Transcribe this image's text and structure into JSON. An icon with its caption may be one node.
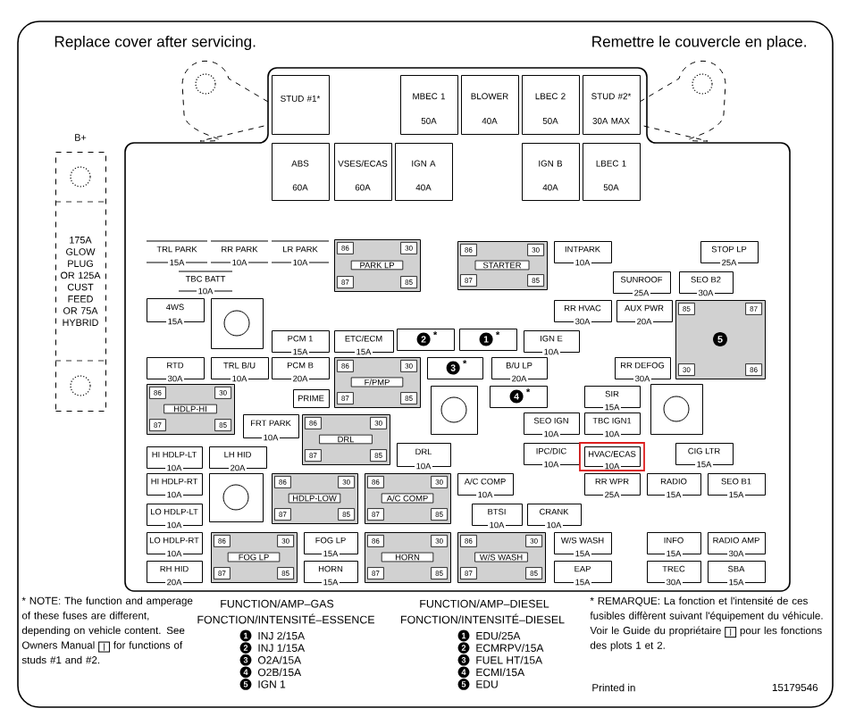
{
  "diagram": {
    "nodes": [
      {
        "text": [
          "B+",
          "175A GLOW PLUG OR 125A CUST FEED OR 75A HYBRID"
        ]
      },
      {
        "text": [
          "STUD #1*"
        ]
      },
      {
        "text": [
          "MBEC 1",
          "50A"
        ]
      },
      {
        "text": [
          "BLOWER",
          "40A"
        ]
      },
      {
        "text": [
          "LBEC 2",
          "50A"
        ]
      },
      {
        "text": [
          "STUD #2*",
          "30A MAX"
        ]
      },
      {
        "text": [
          "ABS",
          "60A"
        ]
      },
      {
        "text": [
          "VSES/ECAS",
          "60A"
        ]
      },
      {
        "text": [
          "IGN A",
          "40A"
        ]
      },
      {
        "text": [
          "IGN B",
          "40A"
        ]
      },
      {
        "text": [
          "LBEC 1",
          "50A"
        ]
      },
      {
        "text": [
          "TRL PARK",
          "15A"
        ]
      },
      {
        "text": [
          "RR PARK",
          "10A"
        ]
      },
      {
        "text": [
          "LR PARK",
          "10A"
        ]
      },
      {
        "text": [
          "86",
          "30",
          "PARK LP",
          "87",
          "85"
        ]
      },
      {
        "text": [
          "86",
          "30",
          "STARTER",
          "87",
          "85"
        ]
      },
      {
        "text": [
          "INTPARK",
          "10A"
        ]
      },
      {
        "text": [
          "STOP LP",
          "25A"
        ]
      },
      {
        "text": [
          "TBC BATT",
          "10A"
        ]
      },
      {
        "text": [
          "SUNROOF",
          "25A"
        ]
      },
      {
        "text": [
          "SEO B2",
          "30A"
        ]
      },
      {
        "text": [
          "4WS",
          "15A"
        ]
      },
      {
        "text": [],
        "shape": "box"
      },
      {
        "text": [
          "RR HVAC",
          "30A"
        ]
      },
      {
        "text": [
          "AUX PWR",
          "20A"
        ]
      },
      {
        "text": [
          "85",
          "87",
          "5",
          "30",
          "86"
        ]
      },
      {
        "text": [
          "PCM 1",
          "15A"
        ]
      },
      {
        "text": [
          "ETC/ECM",
          "15A"
        ]
      },
      {
        "text": [
          "2",
          "*"
        ]
      },
      {
        "text": [
          "1",
          "*"
        ]
      },
      {
        "text": [
          "IGN E",
          "10A"
        ]
      },
      {
        "text": [
          "RTD",
          "30A"
        ]
      },
      {
        "text": [
          "TRL B/U",
          "10A"
        ]
      },
      {
        "text": [
          "PCM B",
          "20A"
        ]
      },
      {
        "text": [
          "86",
          "30",
          "F/PMP",
          "87",
          "85"
        ]
      },
      {
        "text": [
          "3",
          "*"
        ]
      },
      {
        "text": [
          "B/U LP",
          "20A"
        ]
      },
      {
        "text": [
          "RR DEFOG",
          "30A"
        ]
      },
      {
        "text": [
          "86",
          "30",
          "HDLP-HI",
          "87",
          "85"
        ]
      },
      {
        "text": [
          "PRIME"
        ]
      },
      {
        "text": [],
        "shape": "box"
      },
      {
        "text": [
          "4",
          "*"
        ]
      },
      {
        "text": [
          "SIR",
          "15A"
        ]
      },
      {
        "text": [],
        "shape": "box"
      },
      {
        "text": [
          "FRT PARK",
          "10A"
        ]
      },
      {
        "text": [
          "86",
          "30",
          "DRL",
          "87",
          "85"
        ]
      },
      {
        "text": [
          "SEO IGN",
          "10A"
        ]
      },
      {
        "text": [
          "TBC IGN1",
          "10A"
        ]
      },
      {
        "text": [
          "HI HDLP-LT",
          "10A"
        ]
      },
      {
        "text": [
          "LH HID",
          "20A"
        ]
      },
      {
        "text": [
          "DRL",
          "10A"
        ]
      },
      {
        "text": [
          "IPC/DIC",
          "10A"
        ]
      },
      {
        "text": [
          "HVAC/ECAS",
          "10A"
        ]
      },
      {
        "text": [
          "CIG LTR",
          "15A"
        ]
      },
      {
        "text": [
          "HI HDLP-RT",
          "10A"
        ]
      },
      {
        "text": [],
        "shape": "box"
      },
      {
        "text": [
          "86",
          "30",
          "HDLP-LOW",
          "87",
          "85"
        ]
      },
      {
        "text": [
          "86",
          "30",
          "A/C COMP",
          "87",
          "85"
        ]
      },
      {
        "text": [
          "A/C COMP",
          "10A"
        ]
      },
      {
        "text": [
          "RR WPR",
          "25A"
        ]
      },
      {
        "text": [
          "RADIO",
          "15A"
        ]
      },
      {
        "text": [
          "SEO B1",
          "15A"
        ]
      },
      {
        "text": [
          "LO HDLP-LT",
          "10A"
        ]
      },
      {
        "text": [
          "BTSI",
          "10A"
        ]
      },
      {
        "text": [
          "CRANK",
          "10A"
        ]
      },
      {
        "text": [
          "LO HDLP-RT",
          "10A"
        ]
      },
      {
        "text": [
          "86",
          "30",
          "FOG LP",
          "87",
          "85"
        ]
      },
      {
        "text": [
          "FOG LP",
          "15A"
        ]
      },
      {
        "text": [
          "86",
          "30",
          "HORN",
          "87",
          "85"
        ]
      },
      {
        "text": [
          "86",
          "30",
          "W/S WASH",
          "87",
          "85"
        ]
      },
      {
        "text": [
          "W/S WASH",
          "15A"
        ]
      },
      {
        "text": [
          "INFO",
          "15A"
        ]
      },
      {
        "text": [
          "RADIO AMP",
          "30A"
        ]
      },
      {
        "text": [
          "RH HID",
          "20A"
        ]
      },
      {
        "text": [
          "HORN",
          "15A"
        ]
      },
      {
        "text": [
          "EAP",
          "15A"
        ]
      },
      {
        "text": [
          "TREC",
          "30A"
        ]
      },
      {
        "text": [
          "SBA",
          "15A"
        ]
      }
    ],
    "labels": [
      "Replace cover after servicing.",
      "Remettre le couvercle en place.",
      "* NOTE: The function and amperage of these fuses are different, depending on vehicle content. See Owners Manual",
      "for functions of studs #1 and #2.",
      "FUNCTION/AMP–GAS",
      "FONCTION/INTENSITÉ–ESSENCE",
      "1",
      "INJ 2/15A",
      "2",
      "INJ 1/15A",
      "3",
      "O2A/15A",
      "4",
      "O2B/15A",
      "5",
      "IGN 1",
      "FUNCTION/AMP–DIESEL",
      "FONCTION/INTENSITÉ–DIESEL",
      "1",
      "EDU/25A",
      "2",
      "ECMRPV/15A",
      "3",
      "FUEL HT/15A",
      "4",
      "ECMI/15A",
      "5",
      "EDU",
      "* REMARQUE: La fonction et l'intensité de ces fusibles diffèrent suivant l'équipement du véhicule. Voir le Guide du propriétaire",
      "pour les fonctions des plots 1 et 2.",
      "Printed in",
      "15179546"
    ]
  }
}
